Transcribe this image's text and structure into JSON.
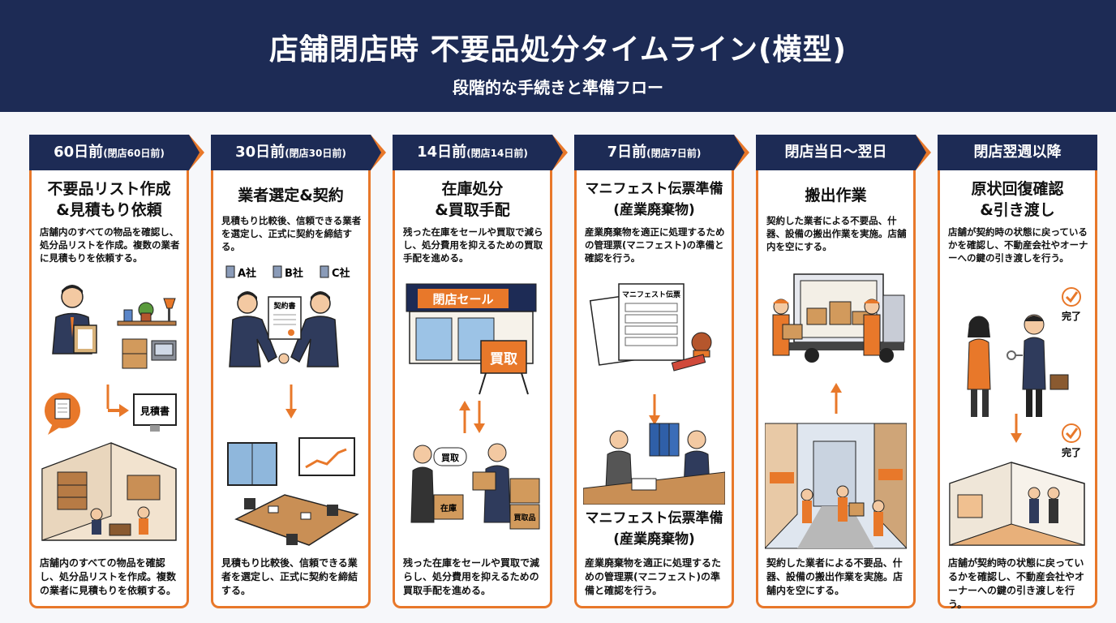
{
  "header": {
    "title": "店舗閉店時 不要品処分タイムライン(横型)",
    "subtitle": "段階的な手続きと準備フロー"
  },
  "colors": {
    "navy": "#1d2b55",
    "orange": "#e8782a"
  },
  "steps": [
    {
      "when": "60日前",
      "when_note": "(閉店60日前)",
      "title_l1": "不要品リスト作成",
      "title_l2": "&見積もり依頼",
      "desc": "店舗内のすべての物品を確認し、処分品リストを作成。複数の業者に見積もりを依頼する。",
      "illus_label": "見積書",
      "bottom_desc": "店舗内のすべての物品を確認し、処分品リストを作成。複数の業者に見積もりを依頼する。"
    },
    {
      "when": "30日前",
      "when_note": "(閉店30日前)",
      "title_l1": "業者選定&契約",
      "title_l2": "",
      "desc": "見積もり比較後、信頼できる業者を選定し、正式に契約を締結する。",
      "companies": [
        "A社",
        "B社",
        "C社"
      ],
      "illus_label": "契約書",
      "bottom_desc": "見積もり比較後、信頼できる業者を選定し、正式に契約を締結する。"
    },
    {
      "when": "14日前",
      "when_note": "(閉店14日前)",
      "title_l1": "在庫処分",
      "title_l2": "&買取手配",
      "desc": "残った在庫をセールや買取で減らし、処分費用を抑えるための買取手配を進める。",
      "sale_sign": "閉店セール",
      "buy_sign": "買取",
      "bubble": "買取",
      "box_labels": [
        "在庫",
        "買取品"
      ],
      "bottom_desc": "残った在庫をセールや買取で減らし、処分費用を抑えるための買取手配を進める。"
    },
    {
      "when": "7日前",
      "when_note": "(閉店7日前)",
      "title_l1": "マニフェスト伝票準備",
      "title_l2": "(産業廃棄物)",
      "desc": "産業廃棄物を適正に処理するための管理票(マニフェスト)の準備と確認を行う。",
      "doc_label": "マニフェスト伝票",
      "mid_title_l1": "マニフェスト伝票準備",
      "mid_title_l2": "(産業廃棄物)",
      "bottom_desc": "産業廃棄物を適正に処理するための管理票(マニフェスト)の準備と確認を行う。"
    },
    {
      "when": "閉店当日〜翌日",
      "when_note": "",
      "title_l1": "搬出作業",
      "title_l2": "",
      "desc": "契約した業者による不要品、什器、設備の搬出作業を実施。店舗内を空にする。",
      "bottom_desc": "契約した業者による不要品、什器、設備の搬出作業を実施。店舗内を空にする。"
    },
    {
      "when": "閉店翌週以降",
      "when_note": "",
      "title_l1": "原状回復確認",
      "title_l2": "&引き渡し",
      "desc": "店舗が契約時の状態に戻っているかを確認し、不動産会社やオーナーへの鍵の引き渡しを行う。",
      "done_label": "完了",
      "bottom_desc": "店舗が契約時の状態に戻っているかを確認し、不動産会社やオーナーへの鍵の引き渡しを行う。"
    }
  ]
}
